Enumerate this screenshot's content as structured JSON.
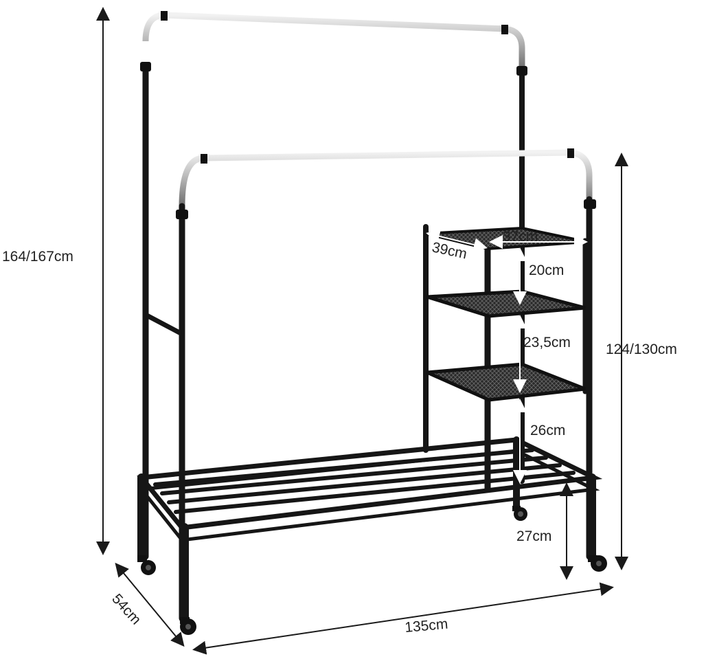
{
  "dimensions": {
    "total_height": "164/167cm",
    "front_height": "124/130cm",
    "width": "135cm",
    "depth": "54cm",
    "shelf_width": "37cm",
    "shelf_depth": "39cm",
    "gap_top": "20cm",
    "gap_middle": "23,5cm",
    "gap_bottom": "26cm",
    "base_height": "27cm"
  },
  "colors": {
    "frame": "#161616",
    "chrome": "#b8b8b8",
    "dimension_line": "#1a1a1a",
    "annotation_on_dark": "#ffffff"
  }
}
